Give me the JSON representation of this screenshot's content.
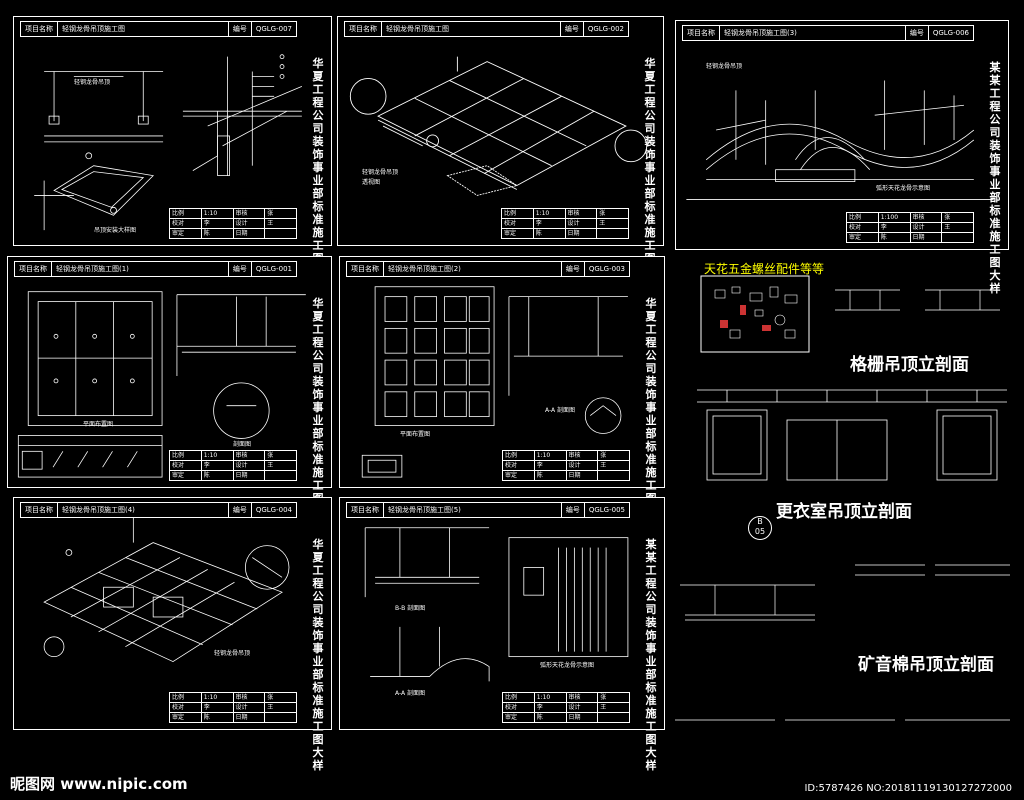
{
  "sheets": [
    {
      "id": "s1",
      "project_label": "项目名称",
      "project_name": "轻钢龙骨吊顶施工图",
      "number_label": "编号",
      "number": "QGLG-007",
      "vtitle": "华夏工程公司装饰事业部标准施工图大样",
      "captions": [
        "轻钢龙骨吊顶",
        "吊顶安装大样图"
      ],
      "tb": [
        [
          "比例",
          "1:10",
          "审核",
          "张"
        ],
        [
          "校对",
          "李",
          "设计",
          "王"
        ],
        [
          "审定",
          "陈",
          "日期",
          ""
        ]
      ]
    },
    {
      "id": "s2",
      "project_label": "项目名称",
      "project_name": "轻钢龙骨吊顶施工图",
      "number_label": "编号",
      "number": "QGLG-002",
      "vtitle": "华夏工程公司装饰事业部标准施工图大样",
      "captions": [
        "轻钢龙骨吊顶",
        "透视图"
      ],
      "tb": [
        [
          "比例",
          "1:10",
          "审核",
          "张"
        ],
        [
          "校对",
          "李",
          "设计",
          "王"
        ],
        [
          "审定",
          "陈",
          "日期",
          ""
        ]
      ]
    },
    {
      "id": "s3",
      "project_label": "项目名称",
      "project_name": "轻钢龙骨吊顶施工图(3)",
      "number_label": "编号",
      "number": "QGLG-006",
      "vtitle": "某某工程公司装饰事业部标准施工图大样",
      "captions": [
        "轻钢龙骨吊顶",
        "弧形天花龙骨示意图"
      ],
      "tb": [
        [
          "比例",
          "1:100",
          "审核",
          "张"
        ],
        [
          "校对",
          "李",
          "设计",
          "王"
        ],
        [
          "审定",
          "陈",
          "日期",
          ""
        ]
      ]
    },
    {
      "id": "s4",
      "project_label": "项目名称",
      "project_name": "轻钢龙骨吊顶施工图(1)",
      "number_label": "编号",
      "number": "QGLG-001",
      "vtitle": "华夏工程公司装饰事业部标准施工图大样",
      "captions": [
        "平面布置图",
        "剖面图"
      ],
      "tb": [
        [
          "比例",
          "1:10",
          "审核",
          "张"
        ],
        [
          "校对",
          "李",
          "设计",
          "王"
        ],
        [
          "审定",
          "陈",
          "日期",
          ""
        ]
      ]
    },
    {
      "id": "s5",
      "project_label": "项目名称",
      "project_name": "轻钢龙骨吊顶施工图(2)",
      "number_label": "编号",
      "number": "QGLG-003",
      "vtitle": "华夏工程公司装饰事业部标准施工图大样",
      "captions": [
        "平面布置图",
        "A-A 剖面图"
      ],
      "tb": [
        [
          "比例",
          "1:10",
          "审核",
          "张"
        ],
        [
          "校对",
          "李",
          "设计",
          "王"
        ],
        [
          "审定",
          "陈",
          "日期",
          ""
        ]
      ]
    },
    {
      "id": "s6",
      "project_label": "项目名称",
      "project_name": "轻钢龙骨吊顶施工图(4)",
      "number_label": "编号",
      "number": "QGLG-004",
      "vtitle": "华夏工程公司装饰事业部标准施工图大样",
      "captions": [
        "轻钢龙骨吊顶"
      ],
      "tb": [
        [
          "比例",
          "1:10",
          "审核",
          "张"
        ],
        [
          "校对",
          "李",
          "设计",
          "王"
        ],
        [
          "审定",
          "陈",
          "日期",
          ""
        ]
      ]
    },
    {
      "id": "s7",
      "project_label": "项目名称",
      "project_name": "轻钢龙骨吊顶施工图(5)",
      "number_label": "编号",
      "number": "QGLG-005",
      "vtitle": "某某工程公司装饰事业部标准施工图大样",
      "captions": [
        "B-B 剖面图",
        "A-A 剖面图",
        "弧形天花龙骨示意图"
      ],
      "tb": [
        [
          "比例",
          "1:10",
          "审核",
          "张"
        ],
        [
          "校对",
          "李",
          "设计",
          "王"
        ],
        [
          "审定",
          "陈",
          "日期",
          ""
        ]
      ]
    }
  ],
  "labels": {
    "hardware_title": "天花五金螺丝配件等等",
    "grille_title": "格栅吊顶立剖面",
    "locker_title": "更衣室吊顶立剖面",
    "badge_top": "B",
    "badge_bottom": "05",
    "mineral_title": "矿音棉吊顶立剖面",
    "watermark": "昵图网 www.nipic.com",
    "id_text": "ID:5787426 NO:20181119130127272000"
  }
}
